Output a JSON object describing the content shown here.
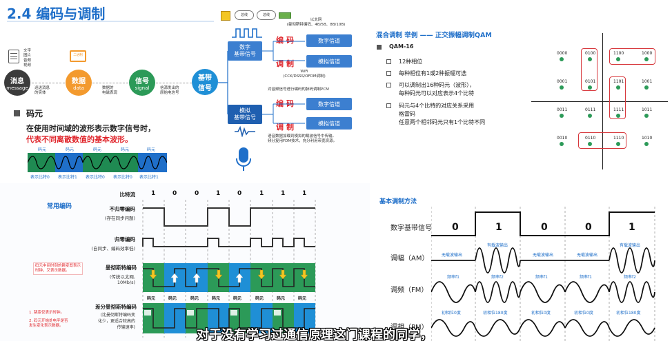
{
  "title": "2.4 编码与调制",
  "flow": {
    "source_note": [
      "文字",
      "图片",
      "音频",
      "视频"
    ],
    "message": {
      "label": "消息",
      "sub": "message"
    },
    "data": {
      "label": "数据",
      "sub": "data"
    },
    "signal": {
      "label": "信号",
      "sub": "signal"
    },
    "baseband": {
      "label": "基带",
      "sub": "信号"
    },
    "note1": "运送消息\n的实体",
    "note2": "数据的\n电磁表现",
    "note3": "信源发出的\n原始电信号",
    "binary_tag": "二进制",
    "ethernet_note": "以太网\n(曼彻斯特编码、4B/5B、8B/10B)",
    "digital_baseband": "数字\n基带信号",
    "analog_baseband": "模拟\n基带信号",
    "encode": "编码",
    "modulate": "调制",
    "digital_channel": "数字信道",
    "analog_channel": "模拟信道",
    "wifi_note": "WiFi\n(CCK/DSSS/OFDM调制)",
    "pcm_note": "对音频信号进行编码的脉码调制PCM",
    "fdm_note": "语音数据加载到模拟的载波信号中传输。\n频分复用FDM技术，充分利用带宽资源。",
    "chip_labels": [
      "总线",
      "总线"
    ]
  },
  "symbol": {
    "heading": "码元",
    "desc": "在使用时间域的波形表示数字信号时，",
    "desc_red": "代表不同离散数值的基本波形。",
    "wave_top": [
      "码元",
      "码元",
      "码元",
      "码元",
      "码元"
    ],
    "wave_bottom": [
      "表示比特0",
      "表示比特1",
      "表示比特0",
      "表示比特0",
      "表示比特1"
    ]
  },
  "coding": {
    "section": "常用编码",
    "bitstream_label": "比特流",
    "bits": [
      "1",
      "0",
      "0",
      "1",
      "0",
      "1",
      "1",
      "1"
    ],
    "nrz": {
      "name": "不归零编码",
      "sub": "(存在同步问题)"
    },
    "rz": {
      "name": "归零编码",
      "sub": "(自同步、编码效率低)"
    },
    "manchester": {
      "name": "曼彻斯特编码",
      "sub": "(传统以太网,\n10Mb/s)"
    },
    "diff_manchester": {
      "name": "差分曼彻斯特编码",
      "sub": "(比曼彻斯特编码变\n化少，更适合较高的\n传输速率)"
    },
    "note_red": "码元中间时刻的跳变既表示\n时钟，又表示数据。",
    "note_red2": [
      "1. 跳变仅表示时钟。",
      "2. 码元开始处电平是否\n发生变化表示数据。"
    ],
    "symbol_label": "码元"
  },
  "qam": {
    "heading": "混合调制 举例 —— 正交振幅调制QAM",
    "sub": "QAM-16",
    "bullets": [
      "12种相位",
      "每种相位有1或2种振幅可选",
      "可以调制出16种码元（波形），\n每种码元可以对应表示4个比特",
      "码元与4个比特的对应关系采用\n格雷码\n任意两个相邻码元只有1个比特不同"
    ],
    "points": [
      [
        "0000",
        "0100",
        "1100",
        "1000"
      ],
      [
        "0001",
        "0101",
        "1101",
        "1001"
      ],
      [
        "0011",
        "0111",
        "1111",
        "1011"
      ],
      [
        "0010",
        "0110",
        "1110",
        "1010"
      ]
    ]
  },
  "basic": {
    "heading": "基本调制方法",
    "baseband_label": "数字基带信号",
    "bits": [
      "0",
      "1",
      "0",
      "0",
      "1"
    ],
    "am": {
      "label": "调幅（AM）",
      "no": "无载波输出",
      "yes": "有载波输出"
    },
    "fm": {
      "label": "调频（FM）",
      "f1": "频率f1",
      "f2": "频率f2"
    },
    "pm": {
      "label": "调相（PM）",
      "p0": "初相位0度",
      "p180": "初相位180度"
    }
  },
  "subtitle": "对于没有学习过通信原理这门课程的同学，",
  "colors": {
    "blue": "#1f6fc9",
    "red": "#e0242a",
    "green": "#2c9a58",
    "orange": "#f39a2e",
    "dark": "#3b3b3b"
  }
}
